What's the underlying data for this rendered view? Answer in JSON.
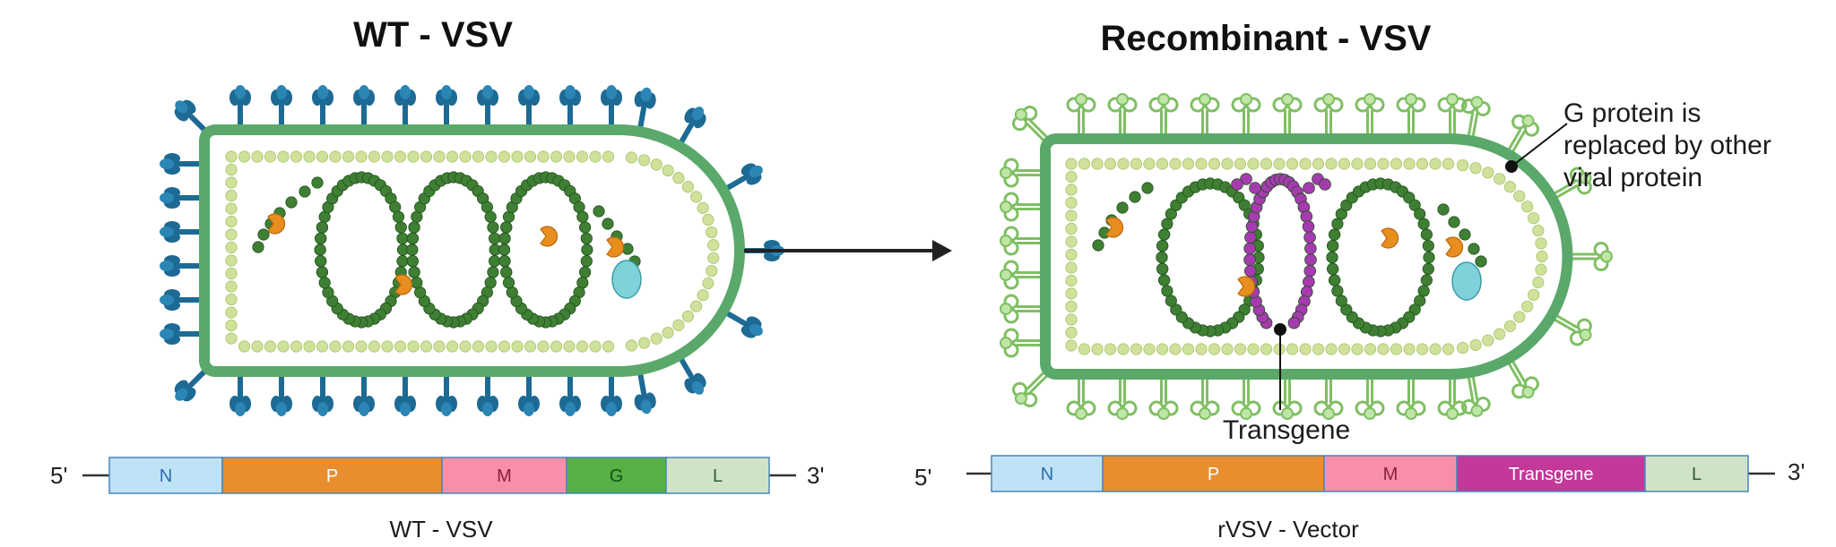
{
  "wt": {
    "title": "WT - VSV",
    "genome_caption": "WT - VSV",
    "end5": "5'",
    "end3": "3'",
    "segments": [
      {
        "label": "N",
        "fill": "#bfe2f6",
        "text": "#2b6cb0"
      },
      {
        "label": "P",
        "fill": "#e88e2e",
        "text": "#ffffff"
      },
      {
        "label": "M",
        "fill": "#f78fab",
        "text": "#8b1d3d"
      },
      {
        "label": "G",
        "fill": "#56b046",
        "text": "#14501a"
      },
      {
        "label": "L",
        "fill": "#cfe3c6",
        "text": "#2f5d3a"
      }
    ]
  },
  "rvsv": {
    "title": "Recombinant - VSV",
    "genome_caption": "rVSV - Vector",
    "end5": "5'",
    "end3": "3'",
    "segments": [
      {
        "label": "N",
        "fill": "#bfe2f6",
        "text": "#2b6cb0"
      },
      {
        "label": "P",
        "fill": "#e88e2e",
        "text": "#ffffff"
      },
      {
        "label": "M",
        "fill": "#f78fab",
        "text": "#8b1d3d"
      },
      {
        "label": "Transgene",
        "fill": "#c2399a",
        "text": "#ffffff"
      },
      {
        "label": "L",
        "fill": "#cfe3c6",
        "text": "#2f5d3a"
      }
    ]
  },
  "annotations": {
    "g_protein_line1": "G protein is",
    "g_protein_line2": "replaced by other",
    "g_protein_line3": "viral protein",
    "transgene": "Transgene"
  },
  "colors": {
    "envelope_outer": "#5aa96a",
    "envelope_inner_dots": "#cfe19a",
    "rnp_wt": "#3f7f33",
    "transgene_rnp": "#a63bb0",
    "wt_spike": "#1d6a94",
    "rvsv_spike": "#a9d98a",
    "phosphoprotein": "#e88e1e",
    "polymerase": "#7fd1da",
    "arrow": "#222222"
  },
  "icons": {
    "arrow": "right-arrow-icon"
  }
}
